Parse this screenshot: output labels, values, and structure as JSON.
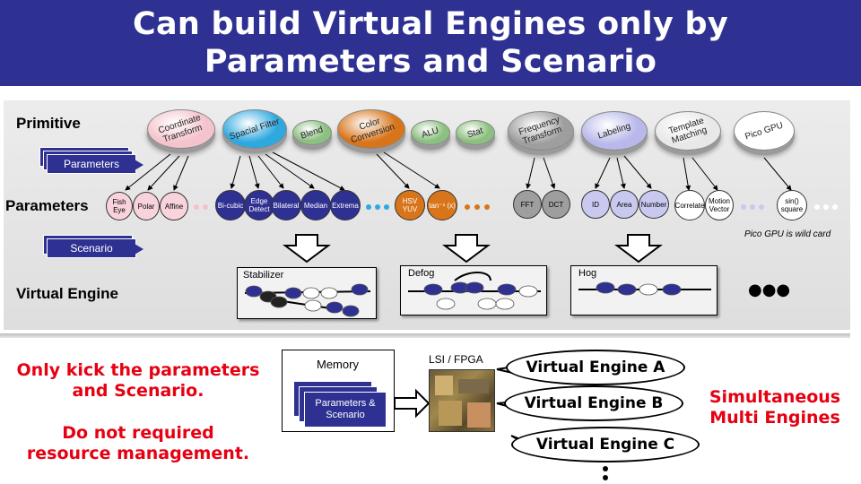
{
  "title": {
    "line1": "Can build Virtual Engines only by",
    "line2": "Parameters and Scenario"
  },
  "labels": {
    "primitive": "Primitive",
    "parameters": "Parameters",
    "virtual_engine": "Virtual Engine"
  },
  "stack_labels": {
    "parameters": "Parameters",
    "scenario": "Scenario"
  },
  "primitives": [
    {
      "label": "Coordinate Transform",
      "color": "#f4c4cc"
    },
    {
      "label": "Spacial Filter",
      "color": "#2fa8e0"
    },
    {
      "label": "Blend",
      "color": "#8cc080"
    },
    {
      "label": "Color Conversion",
      "color": "#d8751a"
    },
    {
      "label": "ALU",
      "color": "#8cc080"
    },
    {
      "label": "Stat",
      "color": "#8cc080"
    },
    {
      "label": "Frequency Transform",
      "color": "#9e9e9e"
    },
    {
      "label": "Labeling",
      "color": "#b8b8ea"
    },
    {
      "label": "Template Matching",
      "color": "#e8e8e8"
    },
    {
      "label": "Pico GPU",
      "color": "#ffffff"
    }
  ],
  "params": {
    "fish_eye": "Fish Eye",
    "polar": "Polar",
    "affine": "Affine",
    "bicubic": "Bi-cubic",
    "edge_detect": "Edge Detect",
    "bilateral": "Bilateral",
    "median": "Median",
    "extrema": "Extrema",
    "hsv_yuv": "HSV YUV",
    "tan": "tan⁻¹ (x)",
    "fft": "FFT",
    "dct": "DCT",
    "id": "ID",
    "area": "Area",
    "number": "Number",
    "correlate": "Correlate",
    "motion_vector": "Motion Vector",
    "sin_square": "sin() square"
  },
  "pico_note": "Pico GPU is wild card",
  "engines": {
    "stabilizer": "Stabilizer",
    "defog": "Defog",
    "hog": "Hog"
  },
  "ellipsis": "●●●",
  "left_text": {
    "line1": "Only kick the parameters",
    "line2": "and Scenario.",
    "line3": "Do not required",
    "line4": "resource management."
  },
  "memory": {
    "title": "Memory",
    "content": "Parameters & Scenario"
  },
  "chip_label": "LSI / FPGA",
  "bubbles": {
    "a": "Virtual Engine A",
    "b": "Virtual Engine B",
    "c": "Virtual Engine C"
  },
  "right_text": {
    "line1": "Simultaneous",
    "line2": "Multi Engines"
  }
}
